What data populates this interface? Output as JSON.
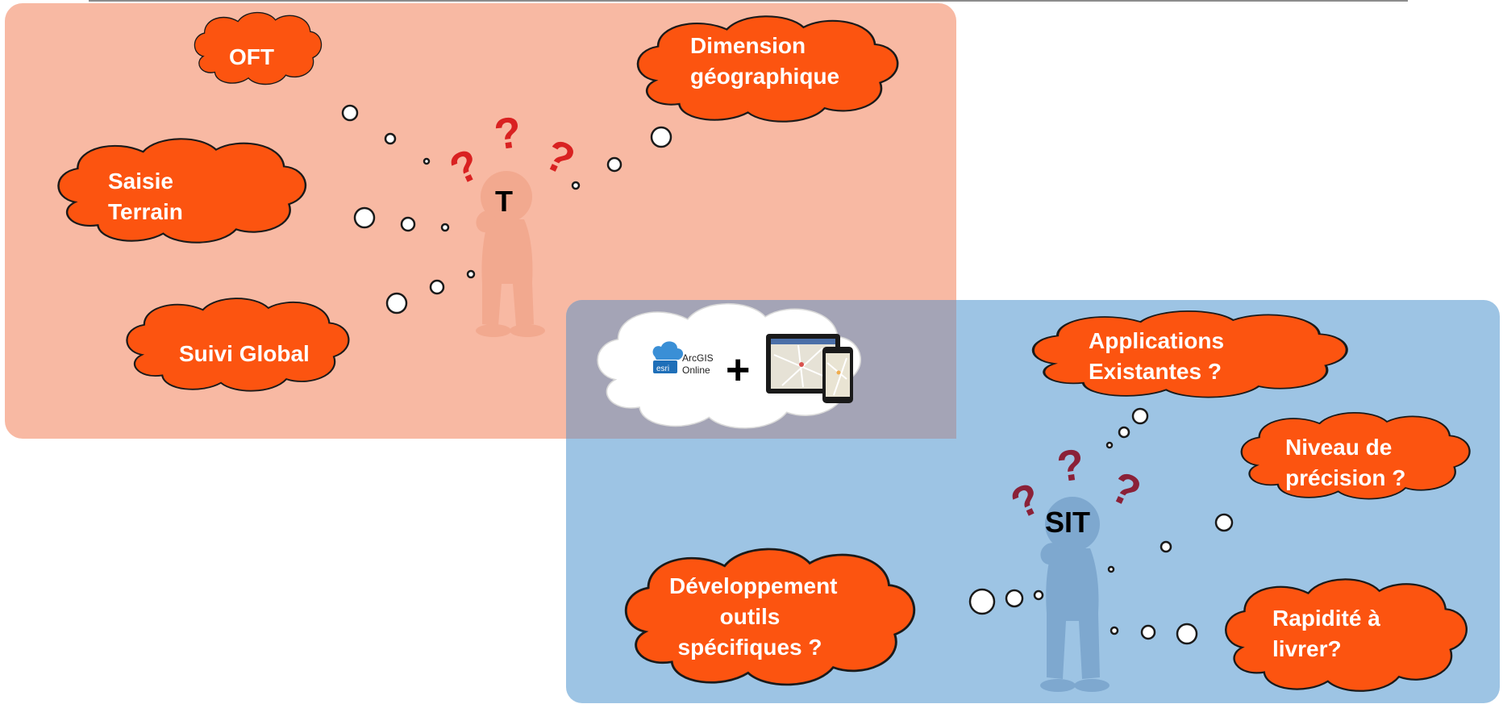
{
  "top_panel": {
    "figure_label": "T",
    "clouds": [
      {
        "id": "oft",
        "lines": [
          "OFT"
        ]
      },
      {
        "id": "dimension",
        "lines": [
          "Dimension",
          "géographique"
        ]
      },
      {
        "id": "saisie",
        "lines": [
          "Saisie",
          "Terrain"
        ]
      },
      {
        "id": "suivi",
        "lines": [
          "Suivi Global"
        ]
      }
    ]
  },
  "center_cloud": {
    "arcgis_line1": "ArcGIS",
    "arcgis_line2": "Online",
    "esri": "esri",
    "plus": "+",
    "devices_icon": "tablet-and-phone-icon"
  },
  "bottom_panel": {
    "figure_label": "SIT",
    "clouds": [
      {
        "id": "applications",
        "lines": [
          "Applications",
          "Existantes ?"
        ]
      },
      {
        "id": "niveau",
        "lines": [
          "Niveau de",
          "précision ?"
        ]
      },
      {
        "id": "developpement",
        "lines": [
          "Développement",
          "outils",
          "spécifiques ?"
        ]
      },
      {
        "id": "rapidite",
        "lines": [
          "Rapidité à",
          "livrer?"
        ]
      }
    ]
  },
  "colors": {
    "cloud_fill": "#fc5410",
    "top_panel": "#f8b9a3",
    "bottom_panel": "#9dc4e4",
    "overlap": "#a4a4b6",
    "question_mark_top": "#d92121",
    "question_mark_bottom": "#8b2138",
    "figure_top": "#f2a98f",
    "figure_bottom": "#7ea8cf"
  }
}
